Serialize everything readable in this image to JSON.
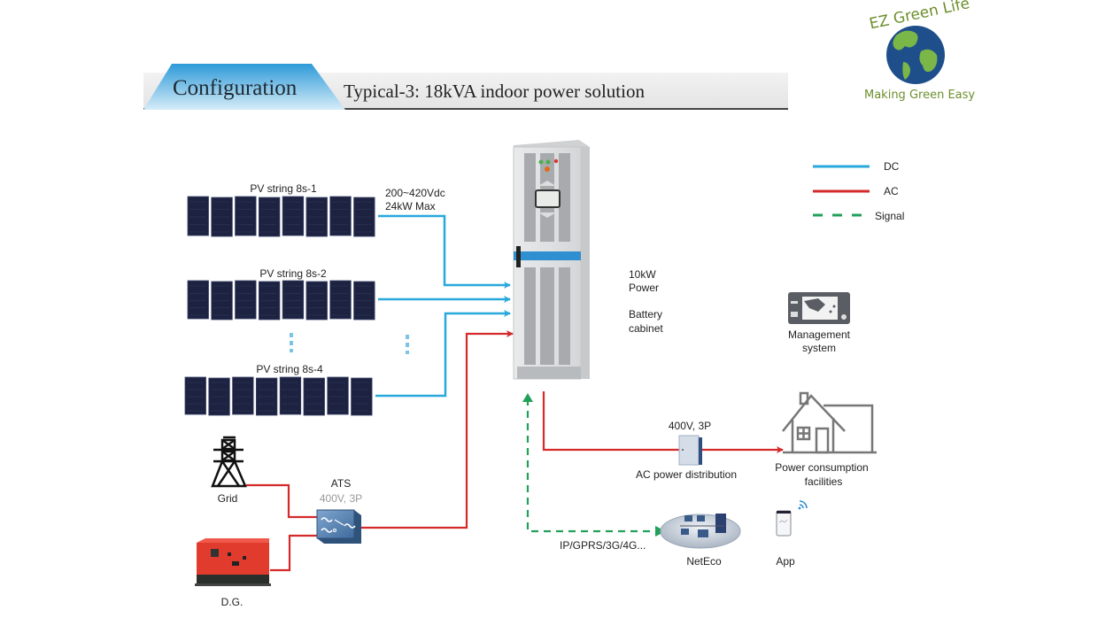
{
  "header": {
    "tab_label": "Configuration",
    "subtitle": "Typical-3: 18kVA indoor power solution"
  },
  "logo": {
    "brand": "EZ Green Life",
    "tagline": "Making Green Easy"
  },
  "legend": [
    {
      "label": "DC",
      "style": "solid",
      "color": "#29a8dc"
    },
    {
      "label": "AC",
      "style": "solid",
      "color": "#d42a2a"
    },
    {
      "label": "Signal",
      "style": "dashed",
      "color": "#22a05a"
    }
  ],
  "colors": {
    "dc": "#29a8dc",
    "ac": "#d42a2a",
    "signal": "#22a05a",
    "panel": "#1c2240",
    "cabinet_band": "#2f8fd0"
  },
  "pv_strings": [
    {
      "label": "PV string 8s-1",
      "panel_count": 8
    },
    {
      "label": "PV string 8s-2",
      "panel_count": 8
    },
    {
      "label": "PV string 8s-4",
      "panel_count": 8
    }
  ],
  "pv_specs": {
    "voltage": "200~420Vdc",
    "max_power": "24kW Max"
  },
  "cabinet": {
    "power_line1": "10kW",
    "power_line2": "Power",
    "type_line1": "Battery",
    "type_line2": "cabinet"
  },
  "management": {
    "line1": "Management",
    "line2": "system"
  },
  "ac_distribution": {
    "rating": "400V, 3P",
    "label": "AC power distribution"
  },
  "consumption": {
    "line1": "Power consumption",
    "line2": "facilities"
  },
  "grid": {
    "label": "Grid"
  },
  "generator": {
    "label": "D.G."
  },
  "ats": {
    "label": "ATS",
    "rating": "400V, 3P"
  },
  "netlink": {
    "protocols": "IP/GPRS/3G/4G..."
  },
  "neteco": {
    "label": "NetEco"
  },
  "app": {
    "label": "App"
  }
}
